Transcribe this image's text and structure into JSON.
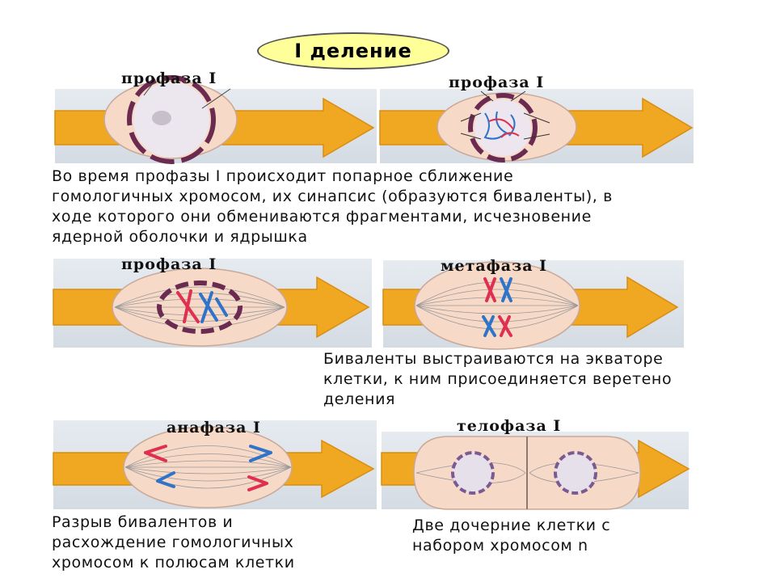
{
  "title": "I деление",
  "rows": [
    {
      "labels": [
        "профаза I",
        "профаза I"
      ],
      "description": [
        "Во время профазы I происходит попарное сближение",
        "гомологичных хромосом, их синапсис (образуются биваленты), в",
        "ходе которого они обмениваются фрагментами, исчезновение",
        "ядерной оболочки и ядрышка"
      ]
    },
    {
      "labels": [
        "профаза I",
        "метафаза I"
      ],
      "description": [
        "Биваленты выстраиваются на экваторе",
        "клетки, к ним присоединяется веретено",
        "деления"
      ]
    },
    {
      "labels": [
        "анафаза I",
        "телофаза I"
      ],
      "description_left": [
        "Разрыв бивалентов и",
        "расхождение гомологичных",
        "хромосом к полюсам клетки"
      ],
      "description_right": [
        "Две дочерние клетки с",
        "набором хромосом n"
      ]
    }
  ],
  "colors": {
    "arrow": "#f0a722",
    "arrow_edge": "#d98d10",
    "band": "#dce3ea",
    "cell": "#f7d9c8",
    "nucleus_ring": "#6b2b50",
    "chromosome_red": "#e03050",
    "chromosome_blue": "#2f74c8",
    "title_oval": "#ffff99"
  }
}
